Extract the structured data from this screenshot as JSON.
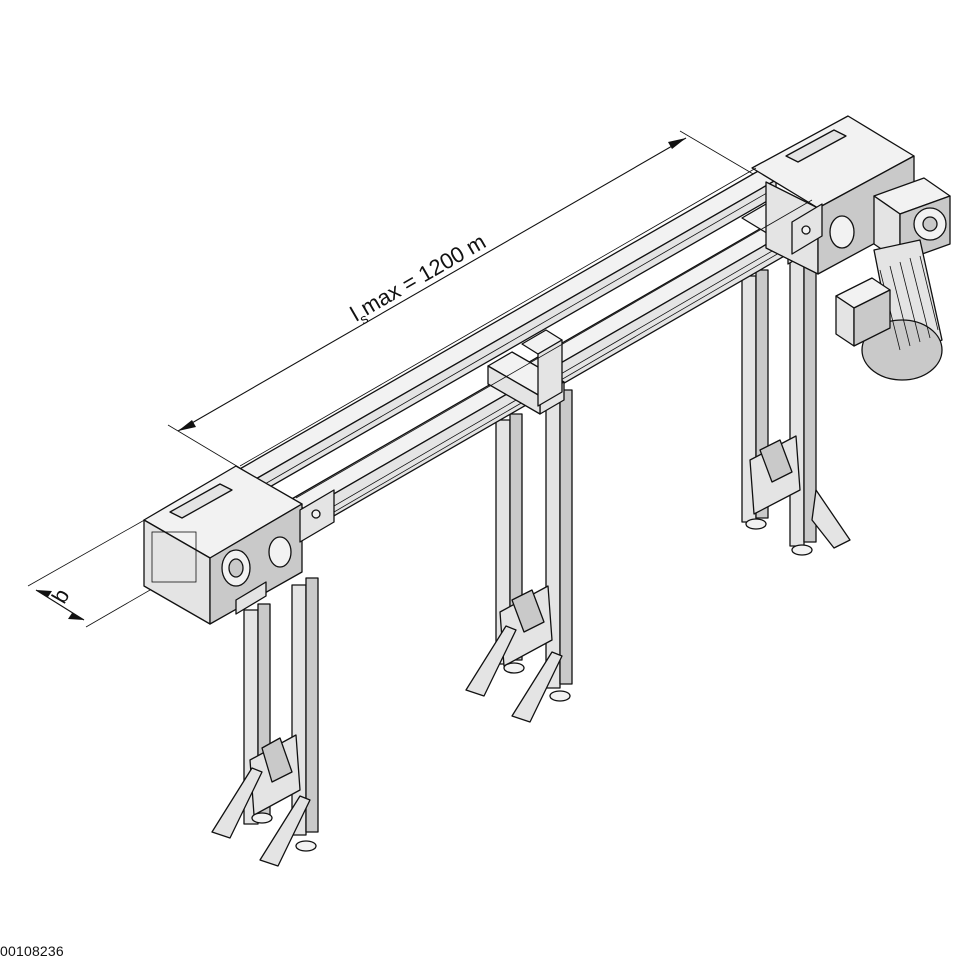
{
  "dimensions": {
    "length_symbol": "l",
    "length_subscript": "s",
    "length_rest": "max = 1200 m",
    "width_symbol": "b"
  },
  "drawing_code": "00108236"
}
